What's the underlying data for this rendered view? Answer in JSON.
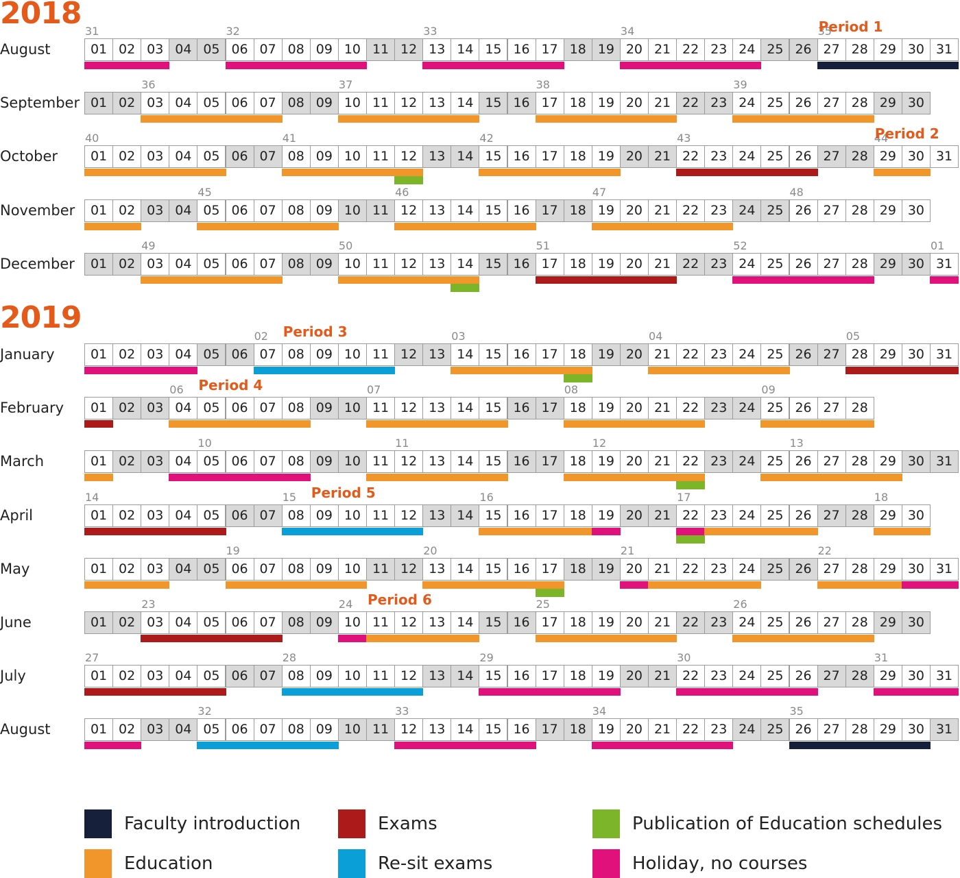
{
  "colors": {
    "faculty": "#17203a",
    "education": "#f0962a",
    "exams": "#ac1a1a",
    "publication": "#7cb52a",
    "resit": "#0b9fd8",
    "holiday": "#e0117b",
    "year": "#e35a1a",
    "weekend": "#d9d9d9"
  },
  "years": [
    {
      "label": "2018",
      "rowIndex": 0
    },
    {
      "label": "2019",
      "rowIndex": 5
    }
  ],
  "rows": [
    {
      "month": "August",
      "days": 31,
      "offset": 0,
      "we": [
        4,
        5,
        11,
        12,
        18,
        19,
        25,
        26
      ],
      "weeks": [
        {
          "d": 1,
          "n": "31"
        },
        {
          "d": 6,
          "n": "32"
        },
        {
          "d": 13,
          "n": "33"
        },
        {
          "d": 20,
          "n": "34"
        },
        {
          "d": 27,
          "n": "35"
        }
      ],
      "period": {
        "d": 27,
        "label": "Period 1"
      },
      "bars": [
        {
          "t": "holiday",
          "s": 1,
          "e": 3
        },
        {
          "t": "holiday",
          "s": 6,
          "e": 10
        },
        {
          "t": "holiday",
          "s": 13,
          "e": 17
        },
        {
          "t": "holiday",
          "s": 20,
          "e": 24
        },
        {
          "t": "faculty",
          "s": 27,
          "e": 31
        }
      ]
    },
    {
      "month": "September",
      "days": 30,
      "offset": 0,
      "we": [
        1,
        2,
        8,
        9,
        15,
        16,
        22,
        23,
        29,
        30
      ],
      "weeks": [
        {
          "d": 3,
          "n": "36"
        },
        {
          "d": 10,
          "n": "37"
        },
        {
          "d": 17,
          "n": "38"
        },
        {
          "d": 24,
          "n": "39"
        }
      ],
      "bars": [
        {
          "t": "education",
          "s": 3,
          "e": 7
        },
        {
          "t": "education",
          "s": 10,
          "e": 14
        },
        {
          "t": "education",
          "s": 17,
          "e": 21
        },
        {
          "t": "education",
          "s": 24,
          "e": 28
        }
      ]
    },
    {
      "month": "October",
      "days": 31,
      "offset": 0,
      "we": [
        6,
        7,
        13,
        14,
        20,
        21,
        27,
        28
      ],
      "weeks": [
        {
          "d": 1,
          "n": "40"
        },
        {
          "d": 8,
          "n": "41"
        },
        {
          "d": 15,
          "n": "42"
        },
        {
          "d": 22,
          "n": "43"
        },
        {
          "d": 29,
          "n": "44"
        }
      ],
      "period": {
        "d": 29,
        "label": "Period 2"
      },
      "bars": [
        {
          "t": "education",
          "s": 1,
          "e": 5
        },
        {
          "t": "education",
          "s": 8,
          "e": 12
        },
        {
          "t": "education",
          "s": 15,
          "e": 19
        },
        {
          "t": "exams",
          "s": 22,
          "e": 26
        },
        {
          "t": "education",
          "s": 29,
          "e": 30
        },
        {
          "t": "publication",
          "s": 12,
          "e": 12
        }
      ]
    },
    {
      "month": "November",
      "days": 30,
      "offset": 0,
      "we": [
        3,
        4,
        10,
        11,
        17,
        18,
        24,
        25
      ],
      "weeks": [
        {
          "d": 5,
          "n": "45"
        },
        {
          "d": 12,
          "n": "46"
        },
        {
          "d": 19,
          "n": "47"
        },
        {
          "d": 26,
          "n": "48"
        }
      ],
      "bars": [
        {
          "t": "education",
          "s": 1,
          "e": 2
        },
        {
          "t": "education",
          "s": 5,
          "e": 9
        },
        {
          "t": "education",
          "s": 12,
          "e": 16
        },
        {
          "t": "education",
          "s": 19,
          "e": 23
        }
      ]
    },
    {
      "month": "December",
      "days": 31,
      "offset": 0,
      "we": [
        1,
        2,
        8,
        9,
        15,
        16,
        22,
        23,
        29,
        30
      ],
      "weeks": [
        {
          "d": 3,
          "n": "49"
        },
        {
          "d": 10,
          "n": "50"
        },
        {
          "d": 17,
          "n": "51"
        },
        {
          "d": 24,
          "n": "52"
        },
        {
          "d": 31,
          "n": "01"
        }
      ],
      "bars": [
        {
          "t": "education",
          "s": 3,
          "e": 7
        },
        {
          "t": "education",
          "s": 10,
          "e": 14
        },
        {
          "t": "exams",
          "s": 17,
          "e": 21
        },
        {
          "t": "holiday",
          "s": 24,
          "e": 28
        },
        {
          "t": "holiday",
          "s": 31,
          "e": 31
        },
        {
          "t": "publication",
          "s": 14,
          "e": 14
        }
      ]
    },
    {
      "month": "January",
      "days": 31,
      "offset": 0,
      "we": [
        5,
        6,
        12,
        13,
        19,
        20,
        26,
        27
      ],
      "weeks": [
        {
          "d": 7,
          "n": "02"
        },
        {
          "d": 14,
          "n": "03"
        },
        {
          "d": 21,
          "n": "04"
        },
        {
          "d": 28,
          "n": "05"
        }
      ],
      "period": {
        "d": 8,
        "label": "Period 3"
      },
      "bars": [
        {
          "t": "holiday",
          "s": 1,
          "e": 4
        },
        {
          "t": "resit",
          "s": 7,
          "e": 11
        },
        {
          "t": "education",
          "s": 14,
          "e": 18
        },
        {
          "t": "education",
          "s": 21,
          "e": 25
        },
        {
          "t": "exams",
          "s": 28,
          "e": 31
        },
        {
          "t": "publication",
          "s": 18,
          "e": 18
        }
      ]
    },
    {
      "month": "February",
      "days": 28,
      "offset": 0,
      "we": [
        2,
        3,
        9,
        10,
        16,
        17,
        23,
        24
      ],
      "weeks": [
        {
          "d": 4,
          "n": "06"
        },
        {
          "d": 11,
          "n": "07"
        },
        {
          "d": 18,
          "n": "08"
        },
        {
          "d": 25,
          "n": "09"
        }
      ],
      "period": {
        "d": 5,
        "label": "Period 4"
      },
      "bars": [
        {
          "t": "exams",
          "s": 1,
          "e": 1
        },
        {
          "t": "education",
          "s": 4,
          "e": 8
        },
        {
          "t": "education",
          "s": 11,
          "e": 15
        },
        {
          "t": "education",
          "s": 18,
          "e": 22
        },
        {
          "t": "education",
          "s": 25,
          "e": 28
        }
      ]
    },
    {
      "month": "March",
      "days": 31,
      "offset": 0,
      "we": [
        2,
        3,
        9,
        10,
        16,
        17,
        23,
        24,
        30,
        31
      ],
      "weeks": [
        {
          "d": 5,
          "n": "10"
        },
        {
          "d": 12,
          "n": "11"
        },
        {
          "d": 19,
          "n": "12"
        },
        {
          "d": 26,
          "n": "13"
        }
      ],
      "bars": [
        {
          "t": "education",
          "s": 1,
          "e": 1
        },
        {
          "t": "holiday",
          "s": 4,
          "e": 8
        },
        {
          "t": "education",
          "s": 11,
          "e": 15
        },
        {
          "t": "education",
          "s": 18,
          "e": 22
        },
        {
          "t": "education",
          "s": 25,
          "e": 29
        },
        {
          "t": "publication",
          "s": 22,
          "e": 22
        }
      ]
    },
    {
      "month": "April",
      "days": 30,
      "offset": 0,
      "we": [
        6,
        7,
        13,
        14,
        20,
        21,
        27,
        28
      ],
      "weeks": [
        {
          "d": 1,
          "n": "14"
        },
        {
          "d": 8,
          "n": "15"
        },
        {
          "d": 15,
          "n": "16"
        },
        {
          "d": 22,
          "n": "17"
        },
        {
          "d": 29,
          "n": "18"
        }
      ],
      "period": {
        "d": 9,
        "label": "Period 5"
      },
      "bars": [
        {
          "t": "exams",
          "s": 1,
          "e": 5
        },
        {
          "t": "resit",
          "s": 8,
          "e": 12
        },
        {
          "t": "education",
          "s": 15,
          "e": 18
        },
        {
          "t": "holiday",
          "s": 19,
          "e": 19
        },
        {
          "t": "holiday",
          "s": 22,
          "e": 22
        },
        {
          "t": "education",
          "s": 23,
          "e": 26
        },
        {
          "t": "education",
          "s": 29,
          "e": 30
        },
        {
          "t": "publication",
          "s": 22,
          "e": 22
        }
      ]
    },
    {
      "month": "May",
      "days": 31,
      "offset": 0,
      "we": [
        4,
        5,
        11,
        12,
        18,
        19,
        25,
        26
      ],
      "weeks": [
        {
          "d": 6,
          "n": "19"
        },
        {
          "d": 13,
          "n": "20"
        },
        {
          "d": 20,
          "n": "21"
        },
        {
          "d": 27,
          "n": "22"
        }
      ],
      "bars": [
        {
          "t": "education",
          "s": 1,
          "e": 3
        },
        {
          "t": "education",
          "s": 6,
          "e": 10
        },
        {
          "t": "education",
          "s": 13,
          "e": 17
        },
        {
          "t": "holiday",
          "s": 20,
          "e": 20
        },
        {
          "t": "education",
          "s": 21,
          "e": 24
        },
        {
          "t": "education",
          "s": 27,
          "e": 29
        },
        {
          "t": "holiday",
          "s": 30,
          "e": 31
        },
        {
          "t": "publication",
          "s": 17,
          "e": 17
        }
      ]
    },
    {
      "month": "June",
      "days": 30,
      "offset": 0,
      "we": [
        1,
        2,
        8,
        9,
        15,
        16,
        22,
        23,
        29,
        30
      ],
      "weeks": [
        {
          "d": 3,
          "n": "23"
        },
        {
          "d": 10,
          "n": "24"
        },
        {
          "d": 17,
          "n": "25"
        },
        {
          "d": 24,
          "n": "26"
        }
      ],
      "period": {
        "d": 11,
        "label": "Period 6"
      },
      "bars": [
        {
          "t": "exams",
          "s": 3,
          "e": 7
        },
        {
          "t": "holiday",
          "s": 10,
          "e": 10
        },
        {
          "t": "education",
          "s": 11,
          "e": 14
        },
        {
          "t": "education",
          "s": 17,
          "e": 21
        },
        {
          "t": "education",
          "s": 24,
          "e": 28
        }
      ]
    },
    {
      "month": "July",
      "days": 31,
      "offset": 0,
      "we": [
        6,
        7,
        13,
        14,
        20,
        21,
        27,
        28
      ],
      "weeks": [
        {
          "d": 1,
          "n": "27"
        },
        {
          "d": 8,
          "n": "28"
        },
        {
          "d": 15,
          "n": "29"
        },
        {
          "d": 22,
          "n": "30"
        },
        {
          "d": 29,
          "n": "31"
        }
      ],
      "bars": [
        {
          "t": "exams",
          "s": 1,
          "e": 5
        },
        {
          "t": "resit",
          "s": 8,
          "e": 12
        },
        {
          "t": "holiday",
          "s": 15,
          "e": 19
        },
        {
          "t": "holiday",
          "s": 22,
          "e": 26
        },
        {
          "t": "holiday",
          "s": 29,
          "e": 31
        }
      ]
    },
    {
      "month": "August",
      "days": 31,
      "offset": 0,
      "we": [
        3,
        4,
        10,
        11,
        17,
        18,
        24,
        25,
        31
      ],
      "weeks": [
        {
          "d": 5,
          "n": "32"
        },
        {
          "d": 12,
          "n": "33"
        },
        {
          "d": 19,
          "n": "34"
        },
        {
          "d": 26,
          "n": "35"
        }
      ],
      "bars": [
        {
          "t": "holiday",
          "s": 1,
          "e": 2
        },
        {
          "t": "resit",
          "s": 5,
          "e": 9
        },
        {
          "t": "holiday",
          "s": 12,
          "e": 16
        },
        {
          "t": "holiday",
          "s": 19,
          "e": 23
        },
        {
          "t": "faculty",
          "s": 26,
          "e": 30
        }
      ]
    }
  ],
  "legend": [
    {
      "key": "faculty",
      "label": "Faculty introduction",
      "icon": "dark-navy-swatch"
    },
    {
      "key": "exams",
      "label": "Exams",
      "icon": "dark-red-swatch"
    },
    {
      "key": "publication",
      "label": "Publication of Education schedules",
      "icon": "green-swatch"
    },
    {
      "key": "education",
      "label": "Education",
      "icon": "orange-swatch"
    },
    {
      "key": "resit",
      "label": "Re-sit exams",
      "icon": "blue-swatch"
    },
    {
      "key": "holiday",
      "label": "Holiday, no courses",
      "icon": "magenta-swatch"
    }
  ]
}
